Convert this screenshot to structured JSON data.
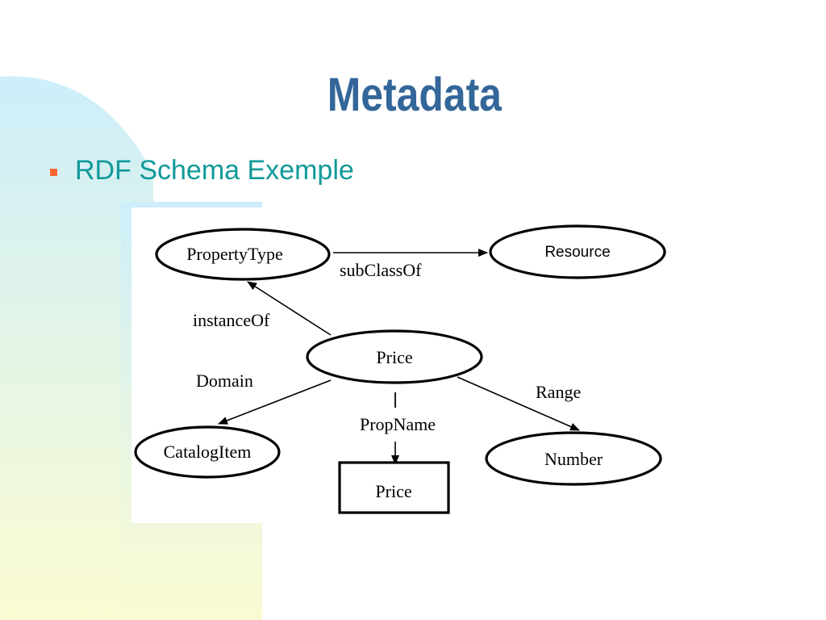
{
  "slide": {
    "title": "Metadata",
    "bullet": "RDF Schema Exemple"
  },
  "colors": {
    "title": "#336699",
    "bullet_text": "#119999",
    "bullet_marker": "#ff6633",
    "background_top": "#cdeefa",
    "background_bottom": "#fbfbd2"
  },
  "diagram": {
    "nodes": {
      "property_type": "PropertyType",
      "resource": "Resource",
      "price": "Price",
      "catalog_item": "CatalogItem",
      "number": "Number",
      "price_literal": "Price"
    },
    "edges": {
      "sub_class_of": "subClassOf",
      "instance_of": "instanceOf",
      "domain": "Domain",
      "range": "Range",
      "prop_name": "PropName"
    }
  }
}
